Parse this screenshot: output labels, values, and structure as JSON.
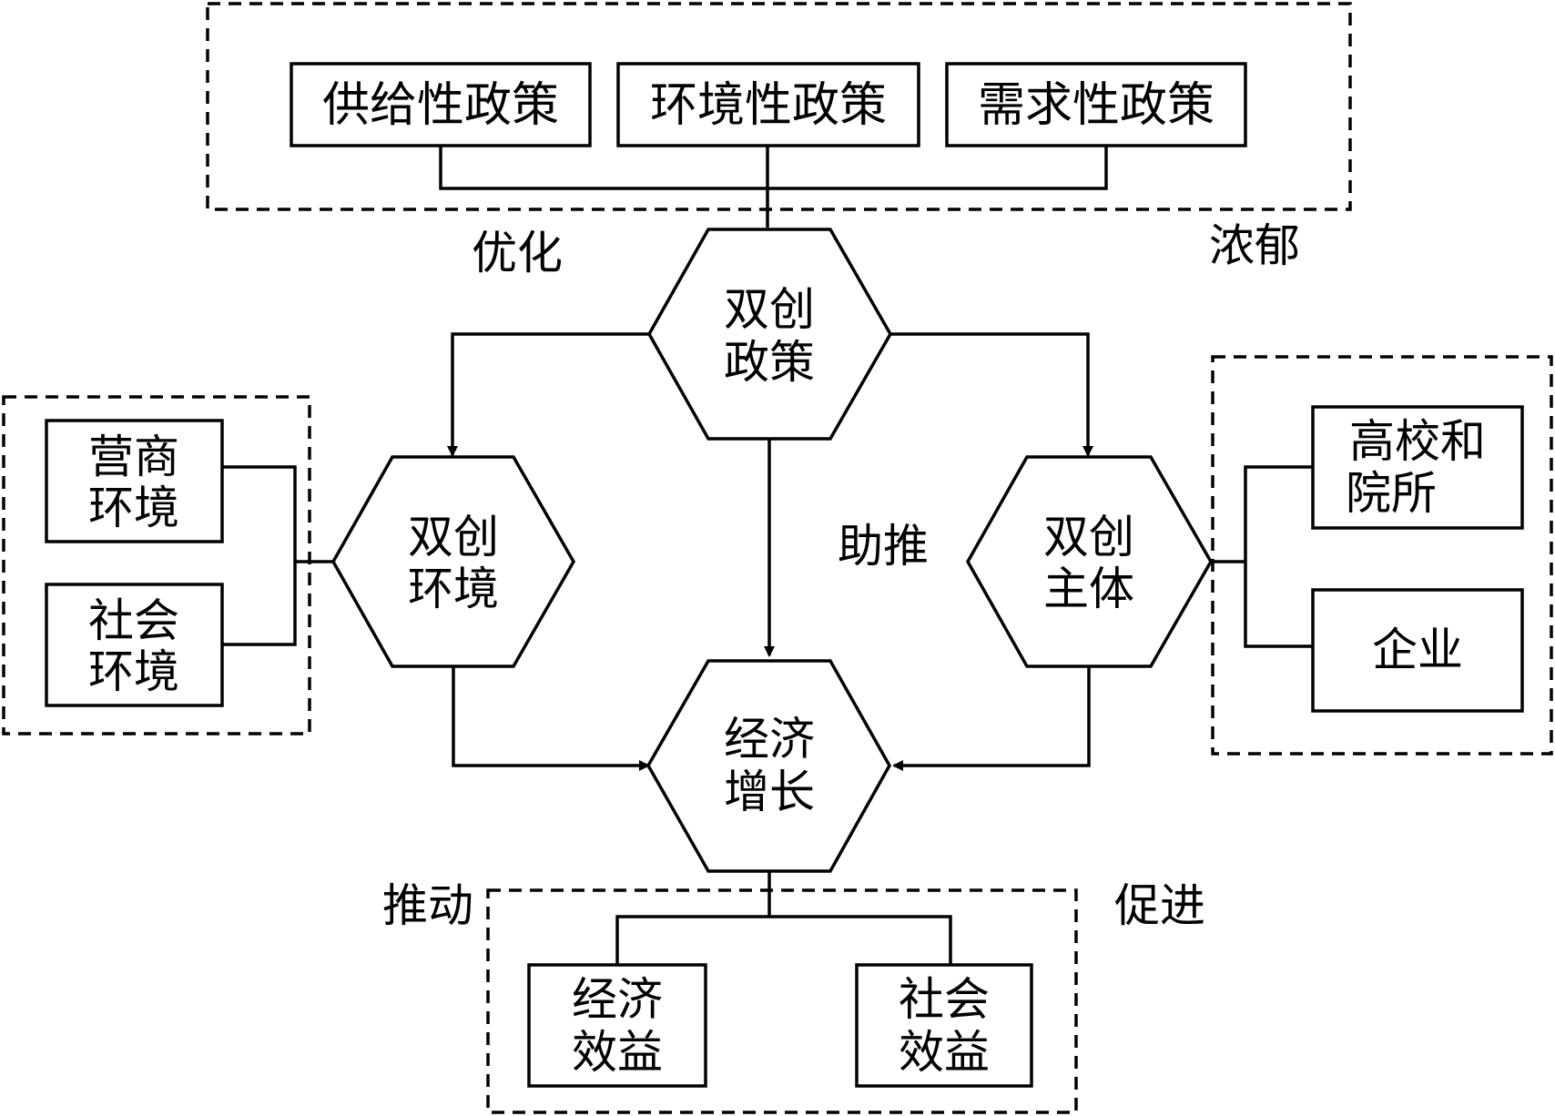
{
  "policy_types": {
    "supply": "供给性政策",
    "environment": "环境性政策",
    "demand": "需求性政策"
  },
  "hexagons": {
    "policy": [
      "双创",
      "政策"
    ],
    "environment": [
      "双创",
      "环境"
    ],
    "subject": [
      "双创",
      "主体"
    ],
    "growth": [
      "经济",
      "增长"
    ]
  },
  "environment_items": {
    "business": [
      "营商",
      "环境"
    ],
    "social": [
      "社会",
      "环境"
    ]
  },
  "subject_items": {
    "university": [
      "高校和",
      "院所"
    ],
    "enterprise": "企业"
  },
  "benefit_items": {
    "economic": [
      "经济",
      "效益"
    ],
    "social": [
      "社会",
      "效益"
    ]
  },
  "relation_labels": {
    "optimize": "优化",
    "enrich": "浓郁",
    "assist": "助推",
    "drive": "推动",
    "promote": "促进"
  }
}
